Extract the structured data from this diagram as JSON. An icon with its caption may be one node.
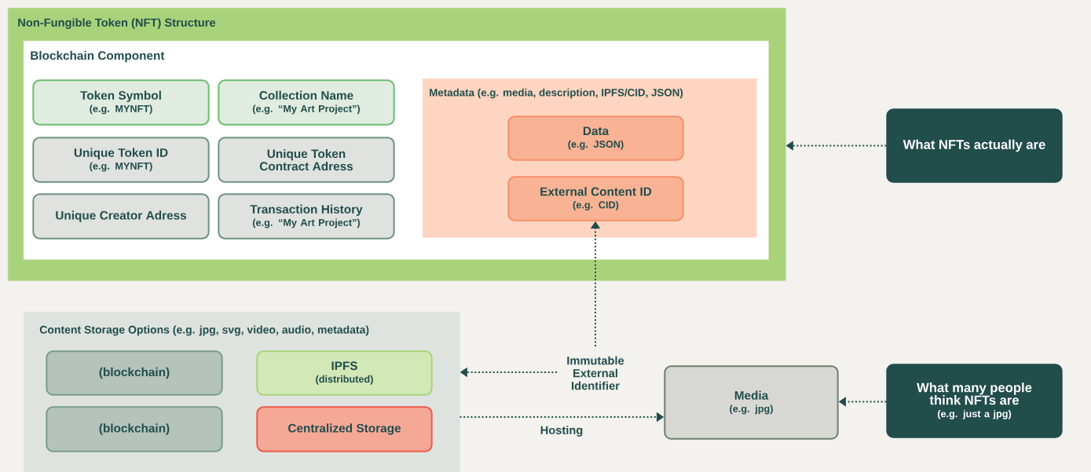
{
  "diagram": {
    "nodes": [
      {
        "text": [
          "Non-Fungible Token (NFT) Structure"
        ]
      },
      {
        "text": [
          "Blockchain Component"
        ],
        "in": 0
      },
      {
        "text": [
          "Token Symbol",
          "(e.g. MYNFT)"
        ],
        "in": 1
      },
      {
        "text": [
          "Collection Name",
          "(e.g. “My Art Project”)"
        ],
        "in": 1
      },
      {
        "text": [
          "Unique Token ID",
          "(e.g. MYNFT)"
        ],
        "in": 1
      },
      {
        "text": [
          "Unique Token Contract Adress"
        ],
        "in": 1
      },
      {
        "text": [
          "Unique Creator Adress"
        ],
        "in": 1
      },
      {
        "text": [
          "Transaction History",
          "(e.g. “My Art Project”)"
        ],
        "in": 1
      },
      {
        "text": [
          "Metadata (e.g. media, description, IPFS/CID, JSON)"
        ],
        "in": 1
      },
      {
        "text": [
          "Data",
          "(e.g. JSON)"
        ],
        "in": 8
      },
      {
        "text": [
          "External Content ID",
          "(e.g. CID)"
        ],
        "in": 8
      },
      {
        "text": [
          "What NFTs actually are"
        ]
      },
      {
        "text": [
          "Content Storage Options (e.g. jpg, svg, video, audio, metadata)"
        ]
      },
      {
        "text": [
          "(blockchain)"
        ],
        "in": 12
      },
      {
        "text": [
          "IPFS",
          "(distributed)"
        ],
        "in": 12
      },
      {
        "text": [
          "(blockchain)"
        ],
        "in": 12
      },
      {
        "text": [
          "Centralized Storage"
        ],
        "in": 12
      },
      {
        "text": [
          "Media",
          "(e.g. jpg)"
        ]
      },
      {
        "text": [
          "What many people think NFTs are",
          "(e.g. just a jpg)"
        ]
      },
      {
        "text": [
          "Immutable External Identifier"
        ]
      }
    ],
    "edges": [
      {
        "from": 11,
        "to": 0,
        "arrow": "to"
      },
      {
        "from": 19,
        "to": 10,
        "arrow": "to"
      },
      {
        "from": 19,
        "to": 12,
        "arrow": "to"
      },
      {
        "from": 12,
        "to": 17,
        "arrow": "to",
        "label": "Hosting"
      },
      {
        "from": 18,
        "to": 17,
        "arrow": "to"
      }
    ]
  }
}
